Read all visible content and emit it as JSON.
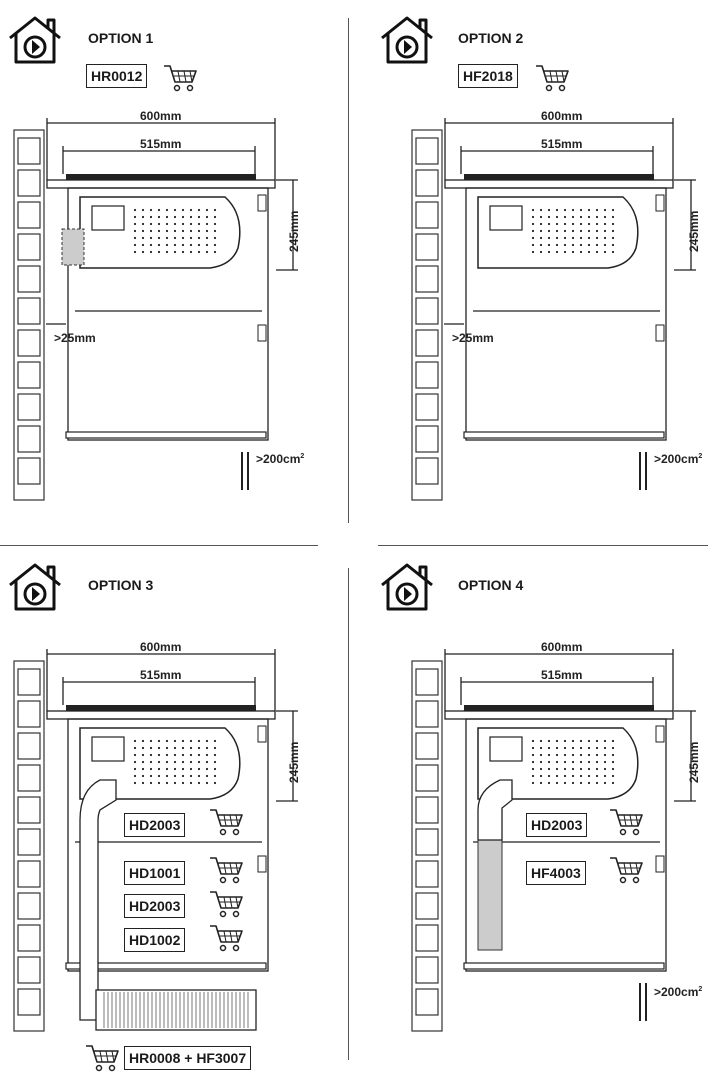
{
  "options": [
    {
      "title": "OPTION 1",
      "codes": [
        "HR0012"
      ],
      "w": "600mm",
      "inner": "515mm",
      "h": "245mm",
      "gap": ">25mm",
      "vent": ">200cm",
      "vent_sup": "2"
    },
    {
      "title": "OPTION 2",
      "codes": [
        "HF2018"
      ],
      "w": "600mm",
      "inner": "515mm",
      "h": "245mm",
      "gap": ">25mm",
      "vent": ">200cm",
      "vent_sup": "2"
    },
    {
      "title": "OPTION 3",
      "codes": [
        "HD2003",
        "HD1001",
        "HD2003",
        "HD1002",
        "HR0008 + HF3007"
      ],
      "w": "600mm",
      "inner": "515mm",
      "h": "245mm"
    },
    {
      "title": "OPTION 4",
      "codes": [
        "HD2003",
        "HF4003"
      ],
      "w": "600mm",
      "inner": "515mm",
      "h": "245mm",
      "vent": ">200cm",
      "vent_sup": "2"
    }
  ],
  "icons": [
    "house-recirculation-icon",
    "shopping-cart-icon"
  ]
}
